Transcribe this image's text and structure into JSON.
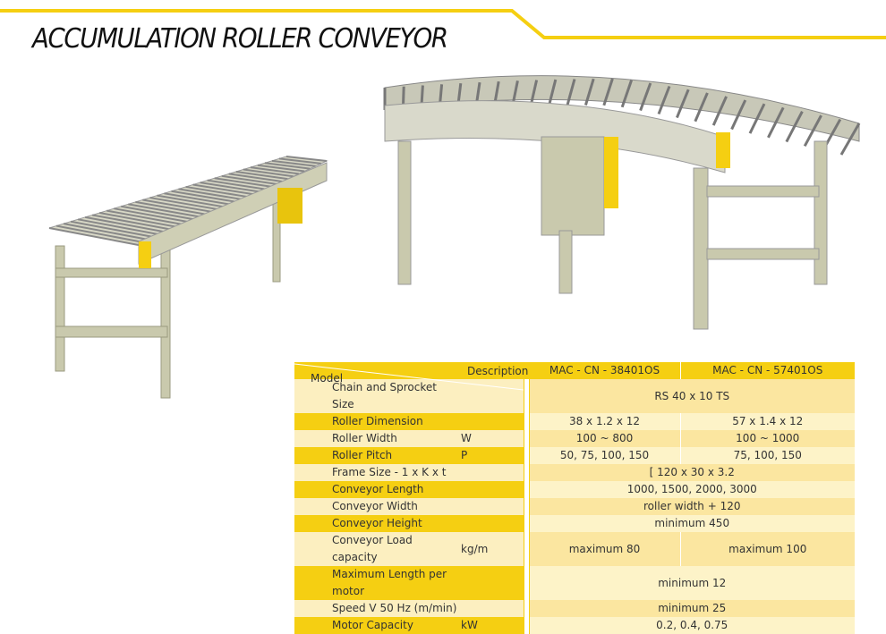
{
  "page": {
    "title": "ACCUMULATION ROLLER CONVEYOR",
    "accent": "#f5cf12"
  },
  "table": {
    "header": {
      "model": "Model",
      "description": "Description",
      "models": [
        "MAC - CN - 38401OS",
        "MAC - CN - 57401OS"
      ]
    },
    "rows": [
      {
        "label": "Chain and Sprocket Size",
        "unit": "",
        "values": [
          "RS 40 x 10 TS"
        ]
      },
      {
        "label": "Roller Dimension",
        "unit": "",
        "values": [
          "38  x 1.2  x 12",
          "57 x 1.4 x 12"
        ]
      },
      {
        "label": "Roller Width",
        "unit": "W",
        "values": [
          "100 ~ 800",
          "100 ~ 1000"
        ]
      },
      {
        "label": "Roller Pitch",
        "unit": "P",
        "values": [
          "50, 75, 100, 150",
          "75, 100, 150"
        ]
      },
      {
        "label": "Frame Size - 1 x K x t",
        "unit": "",
        "values": [
          "[ 120 x 30 x 3.2"
        ]
      },
      {
        "label": "Conveyor Length",
        "unit": "",
        "values": [
          "1000, 1500, 2000, 3000"
        ]
      },
      {
        "label": "Conveyor Width",
        "unit": "",
        "values": [
          "roller width + 120"
        ]
      },
      {
        "label": "Conveyor Height",
        "unit": "",
        "values": [
          "minimum 450"
        ]
      },
      {
        "label": "Conveyor Load capacity",
        "unit": "kg/m",
        "values": [
          "maximum 80",
          "maximum 100"
        ]
      },
      {
        "label": "Maximum Length per motor",
        "unit": "",
        "values": [
          "minimum 12"
        ]
      },
      {
        "label": "Speed V 50 Hz (m/min)",
        "unit": "",
        "values": [
          "minimum 25"
        ]
      },
      {
        "label": "Motor Capacity",
        "unit": "kW",
        "values": [
          "0.2, 0.4, 0.75"
        ]
      }
    ]
  }
}
